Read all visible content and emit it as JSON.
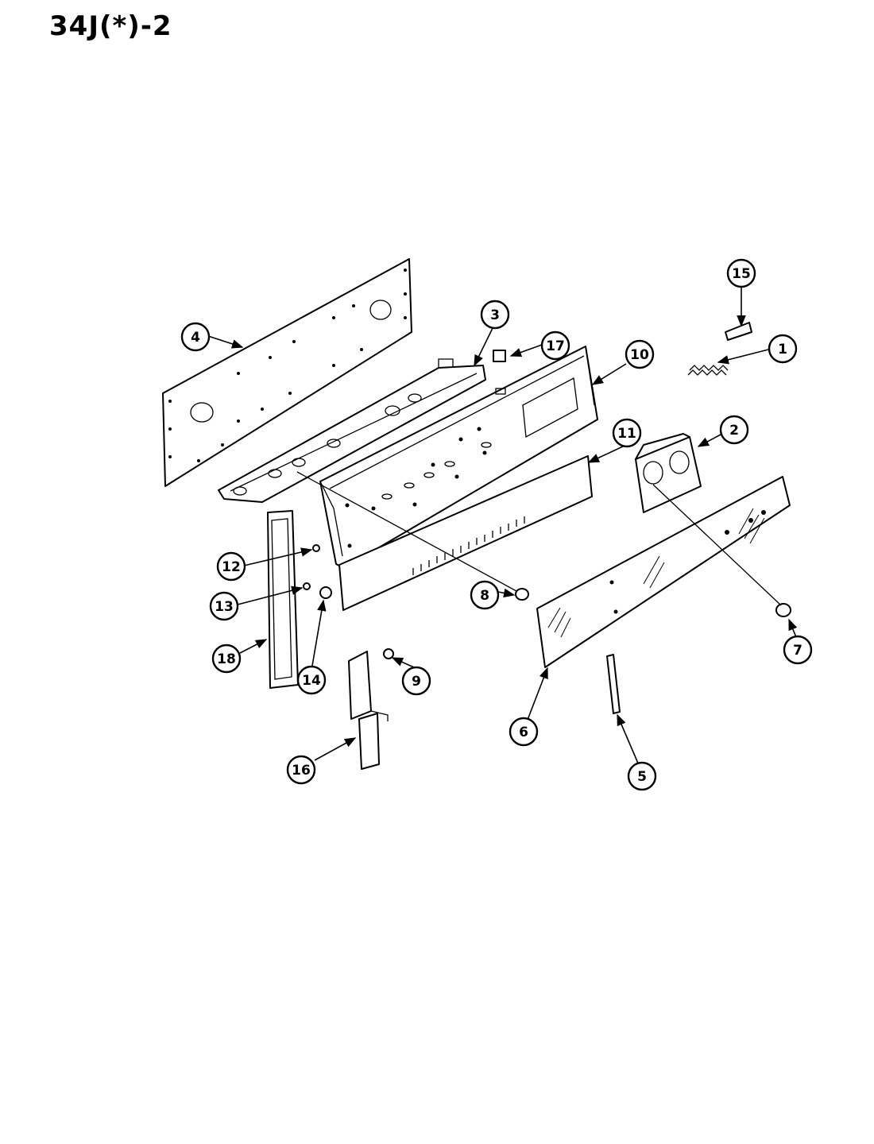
{
  "header": {
    "title": "34J(*)-2"
  },
  "callouts": [
    {
      "label": "1"
    },
    {
      "label": "2"
    },
    {
      "label": "3"
    },
    {
      "label": "4"
    },
    {
      "label": "5"
    },
    {
      "label": "6"
    },
    {
      "label": "7"
    },
    {
      "label": "8"
    },
    {
      "label": "9"
    },
    {
      "label": "10"
    },
    {
      "label": "11"
    },
    {
      "label": "12"
    },
    {
      "label": "13"
    },
    {
      "label": "14"
    },
    {
      "label": "15"
    },
    {
      "label": "16"
    },
    {
      "label": "17"
    },
    {
      "label": "18"
    }
  ]
}
